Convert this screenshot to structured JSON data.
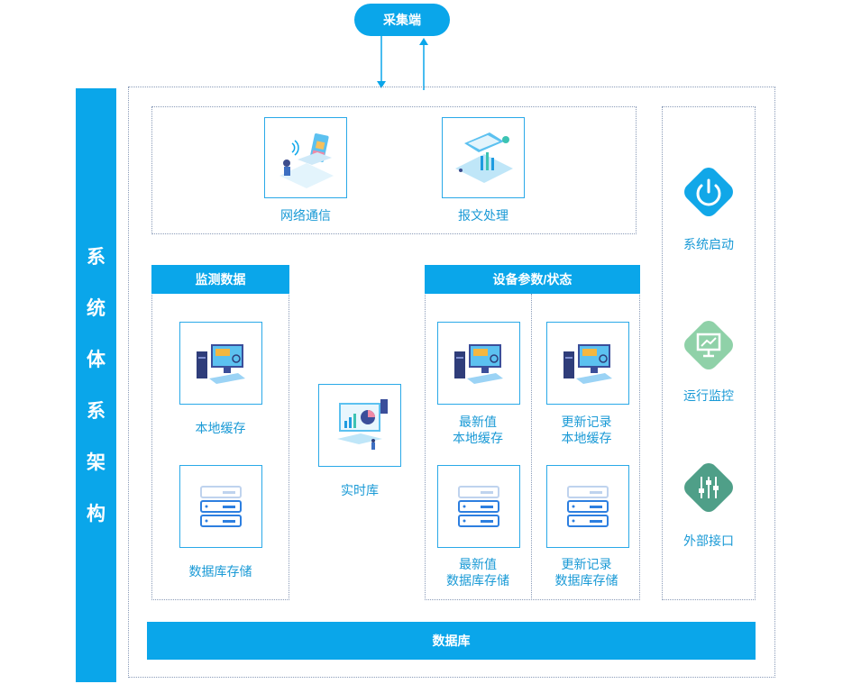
{
  "top": {
    "collector": "采集端"
  },
  "side_title": [
    "系",
    "统",
    "体",
    "系",
    "架",
    "构"
  ],
  "top_panel": {
    "network": "网络通信",
    "packet": "报文处理"
  },
  "monitor": {
    "header": "监测数据",
    "local_cache": "本地缓存",
    "db_storage": "数据库存储"
  },
  "realtime": {
    "label": "实时库"
  },
  "device": {
    "header": "设备参数/状态",
    "latest_cache": [
      "最新值",
      "本地缓存"
    ],
    "update_cache": [
      "更新记录",
      "本地缓存"
    ],
    "latest_db": [
      "最新值",
      "数据库存储"
    ],
    "update_db": [
      "更新记录",
      "数据库存储"
    ]
  },
  "right_panel": {
    "start": "系统启动",
    "monitor": "运行监控",
    "interface": "外部接口"
  },
  "database": "数据库",
  "colors": {
    "accent": "#0aa6ea",
    "start": "#11a7e8",
    "monitor": "#8fd1a8",
    "interface": "#4f9f88"
  }
}
